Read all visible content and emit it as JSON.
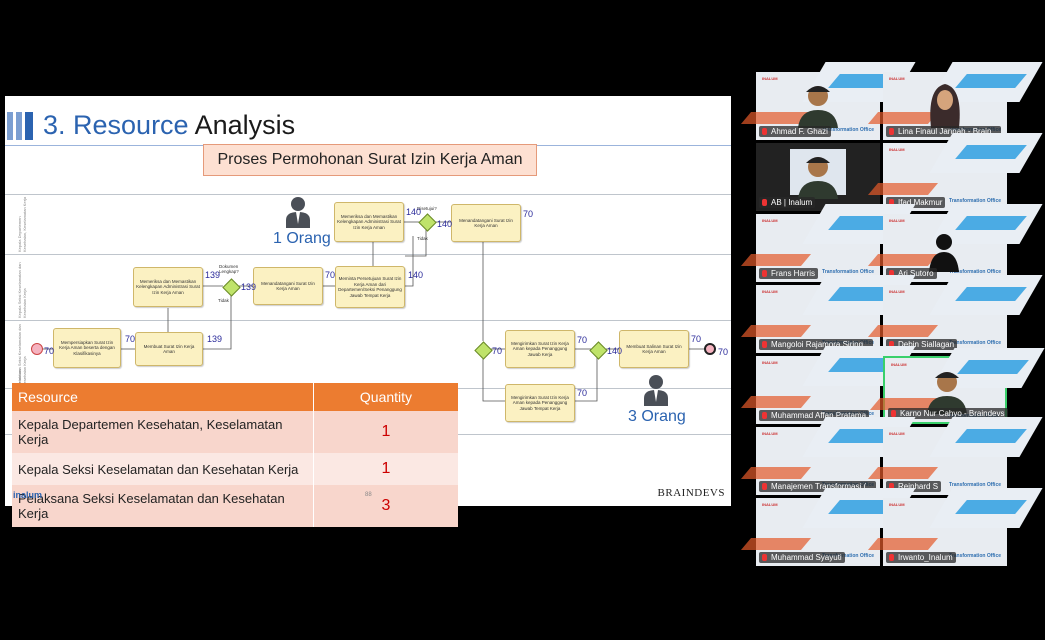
{
  "slide": {
    "title_part1": "3. Resource",
    "title_part2": " Analysis",
    "subtitle": "Proses Permohonan Surat Izin Kerja Aman",
    "lanes": [
      "Kepala Departemen Kesehatan, Keselamatan Kerja",
      "Kepala Seksi Keselamatan dan Kesehatan Kerja",
      "Pelaksana Seksi Keselamatan dan Kesehatan Kerja",
      "Pemohon"
    ],
    "tasks": {
      "t1": "Mempersiapkan Surat Izin Kerja Aman beserta dengan Klasifikasinya",
      "t2": "Membuat Surat Izin Kerja Aman",
      "t3": "Memeriksa dan Memastikan Kelengkapan Administrasi Surat Izin Kerja Aman",
      "t4": "Menandatangani Surat Izin Kerja Aman",
      "t5": "Meminta Persetujuan Surat Izin Kerja Aman dari Departemen/Seksi Penanggung Jawab Tempat Kerja",
      "t6": "Memeriksa dan Memastikan Kelengkapan Administrasi Surat Izin Kerja Aman",
      "t7": "Menandatangani Surat Izin Kerja Aman",
      "t8": "Mengirimkan Surat Izin Kerja Aman kepada Penanggung Jawab Kerja",
      "t9": "Mengirimkan Surat Izin Kerja Aman kepada Penanggung Jawab Tempat Kerja",
      "t10": "Membuat Salinan Surat Izin Kerja Aman"
    },
    "gateways": {
      "g1": "Dokumen Lengkap?",
      "g1_no": "Tidak",
      "g2": "Disetujui?",
      "g2_no": "Tidak"
    },
    "numbers": {
      "n70a": "70",
      "n70b": "70",
      "n139a": "139",
      "n139b": "139",
      "n139c": "139",
      "n70c": "70",
      "n140a": "140",
      "n140b": "140",
      "n140c": "140",
      "n70d": "70",
      "n70e": "70",
      "n140d": "140",
      "n70f": "70",
      "n70g": "70",
      "n70h": "70",
      "n70i": "70"
    },
    "person_top": "1 Orang",
    "person_bottom": "3 Orang",
    "table": {
      "headers": [
        "Resource",
        "Quantity"
      ],
      "rows": [
        {
          "resource": "Kepala Departemen Kesehatan, Keselamatan Kerja",
          "quantity": "1"
        },
        {
          "resource": "Kepala Seksi Keselamatan dan Kesehatan Kerja",
          "quantity": "1"
        },
        {
          "resource": "Pelaksana Seksi Keselamatan dan Kesehatan Kerja",
          "quantity": "3"
        }
      ]
    },
    "footer_logo": "inalum",
    "footer_brand": "BRAINDEVS",
    "pager": "88"
  },
  "tile_logo": "Transformation Office",
  "participants": [
    "Ahmad F. Ghazi",
    "Lina Finaul Jannah - Brain...",
    "AB | Inalum",
    "Ifad Makmur",
    "Frans Harris",
    "Ari Sutoro",
    "Mangoloi Rajamora Siring...",
    "Debin Siallagan",
    "Muhammad Affan Pratama",
    "Karno Nur Cahyo - Braindevs",
    "Manajemen Transformasi (...",
    "Reinhard S",
    "Muhammad Syayuti",
    "Irwanto_Inalum"
  ],
  "colors": {
    "accent_orange": "#ec7c30",
    "title_blue": "#2b63b0",
    "active_speaker": "#39d06b"
  }
}
